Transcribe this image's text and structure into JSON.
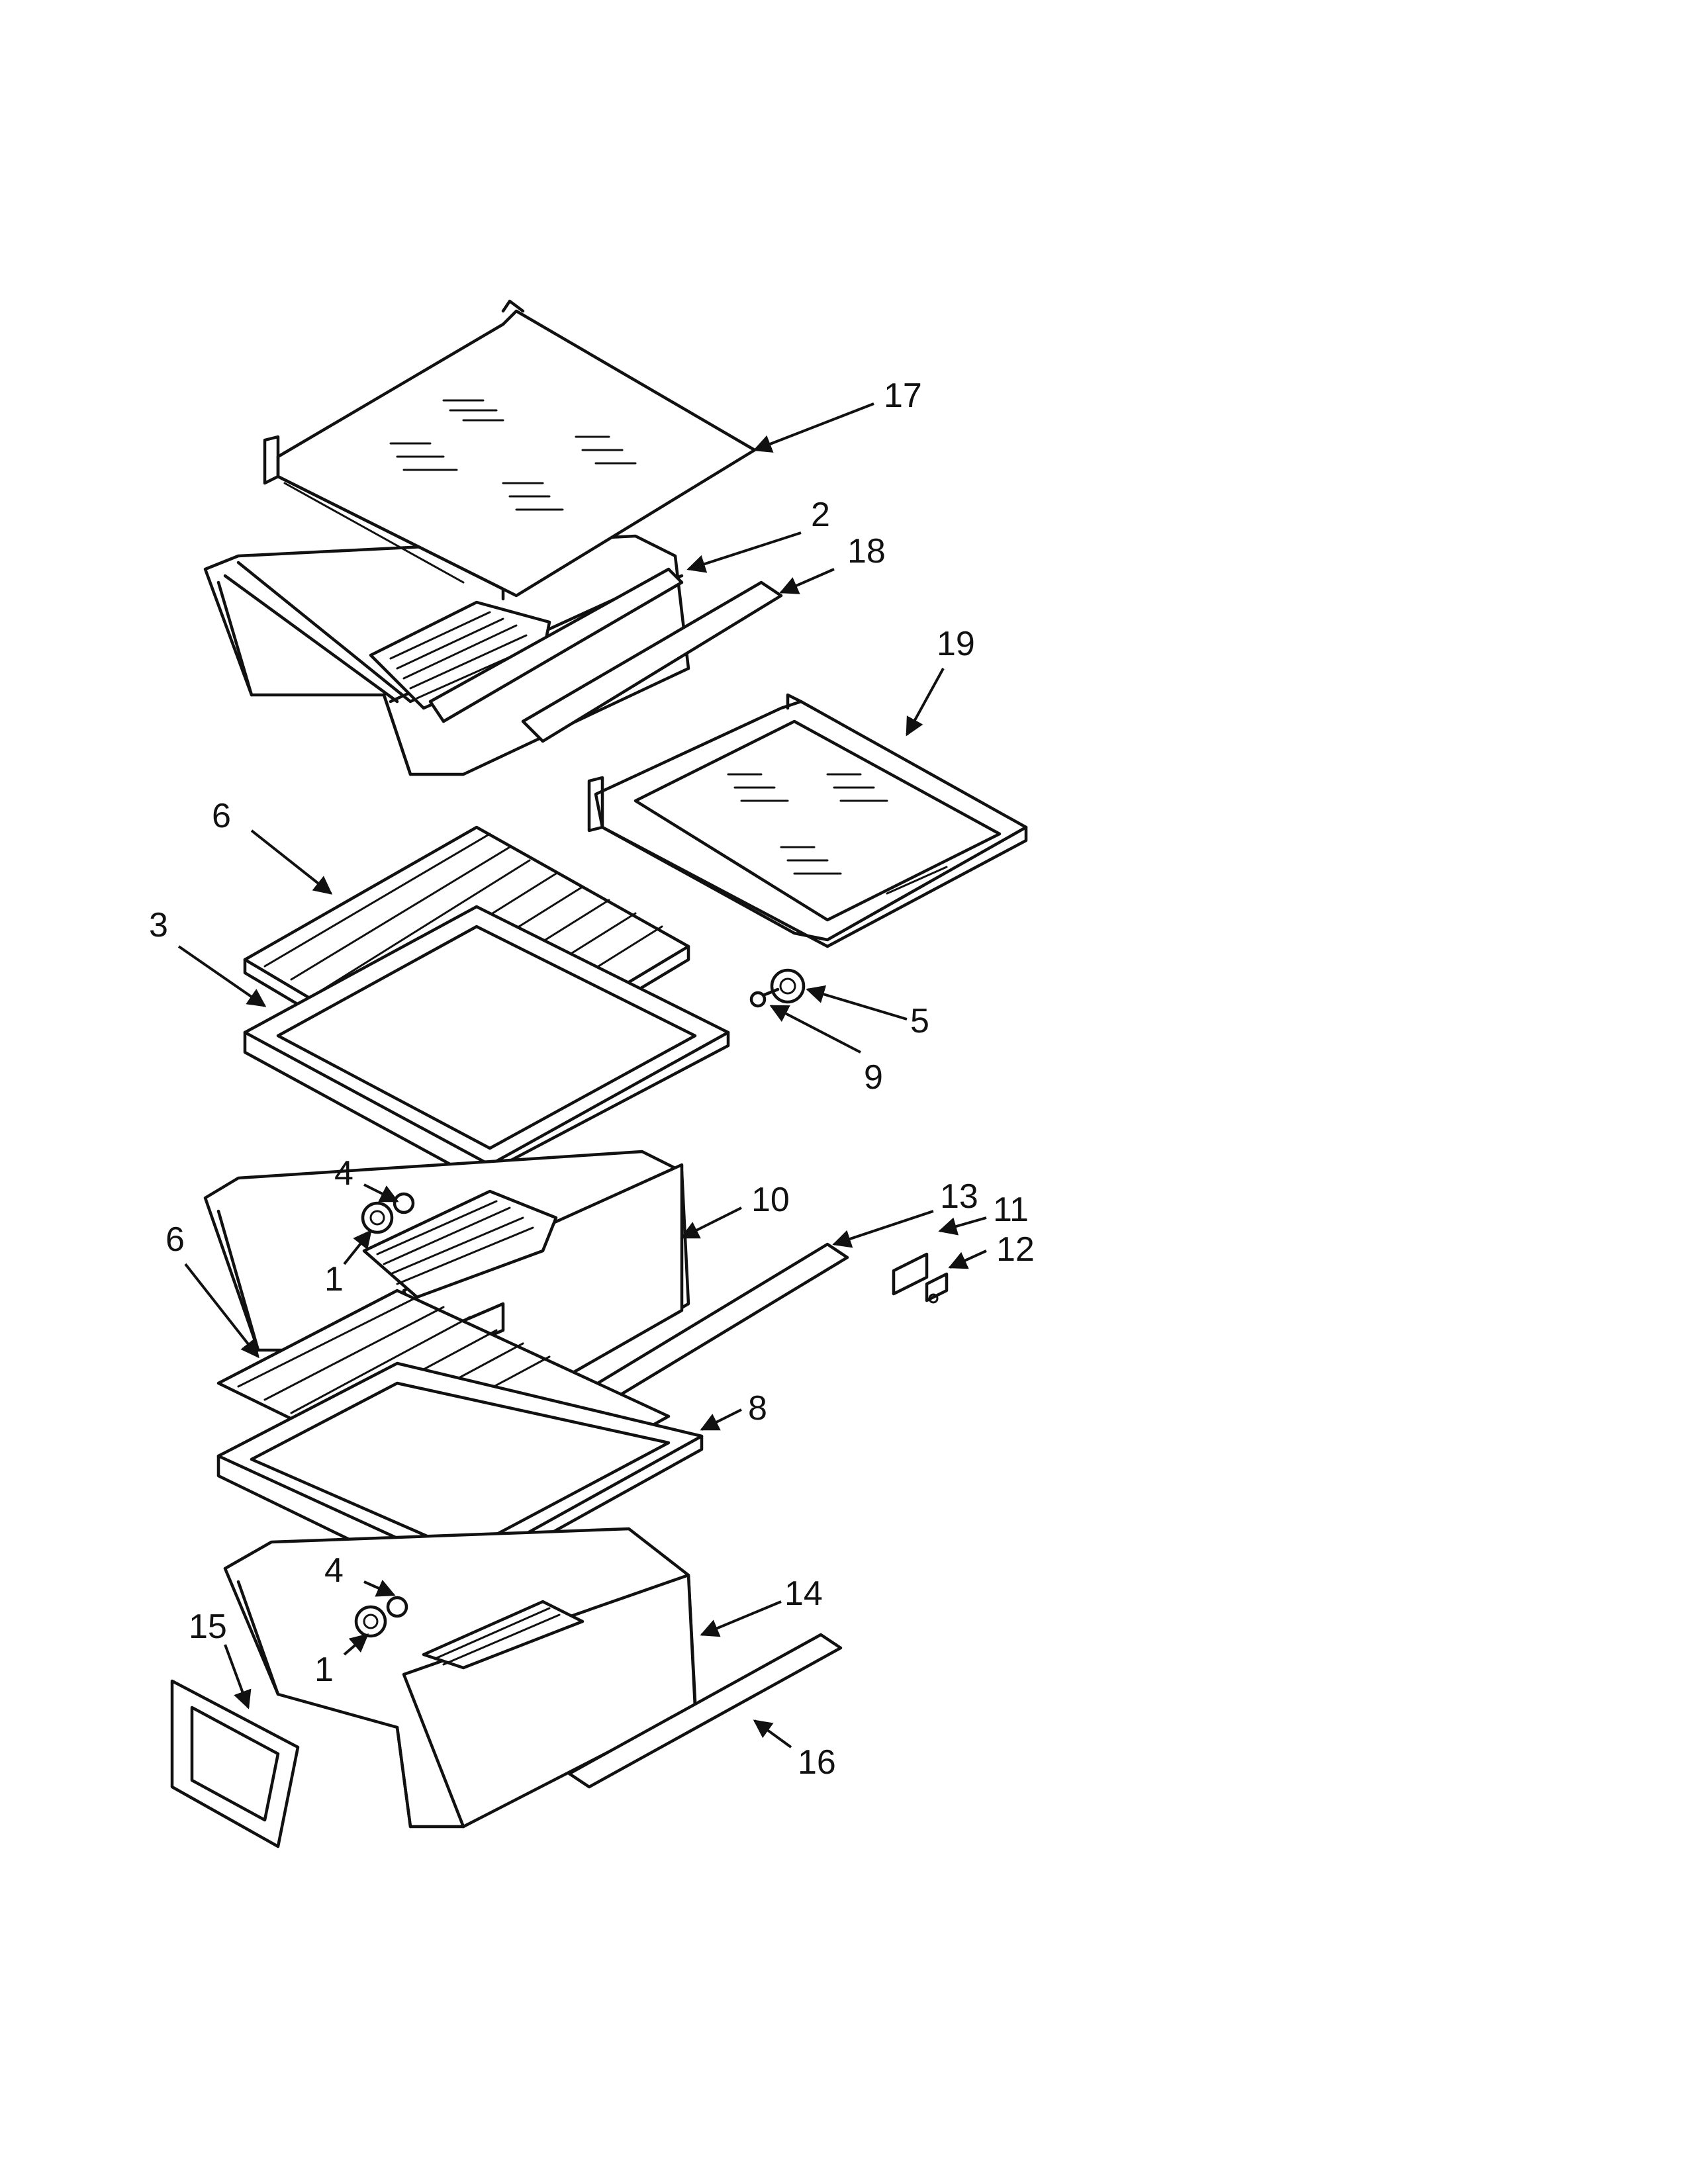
{
  "diagram": {
    "callouts": [
      {
        "id": "c17",
        "text": "17"
      },
      {
        "id": "c2",
        "text": "2"
      },
      {
        "id": "c18",
        "text": "18"
      },
      {
        "id": "c19",
        "text": "19"
      },
      {
        "id": "c6a",
        "text": "6"
      },
      {
        "id": "c3",
        "text": "3"
      },
      {
        "id": "c5",
        "text": "5"
      },
      {
        "id": "c9",
        "text": "9"
      },
      {
        "id": "c4a",
        "text": "4"
      },
      {
        "id": "c1a",
        "text": "1"
      },
      {
        "id": "c10",
        "text": "10"
      },
      {
        "id": "c13",
        "text": "13"
      },
      {
        "id": "c11",
        "text": "11"
      },
      {
        "id": "c12",
        "text": "12"
      },
      {
        "id": "c6b",
        "text": "6"
      },
      {
        "id": "c8",
        "text": "8"
      },
      {
        "id": "c4b",
        "text": "4"
      },
      {
        "id": "c14",
        "text": "14"
      },
      {
        "id": "c15",
        "text": "15"
      },
      {
        "id": "c1b",
        "text": "1"
      },
      {
        "id": "c16",
        "text": "16"
      }
    ]
  }
}
